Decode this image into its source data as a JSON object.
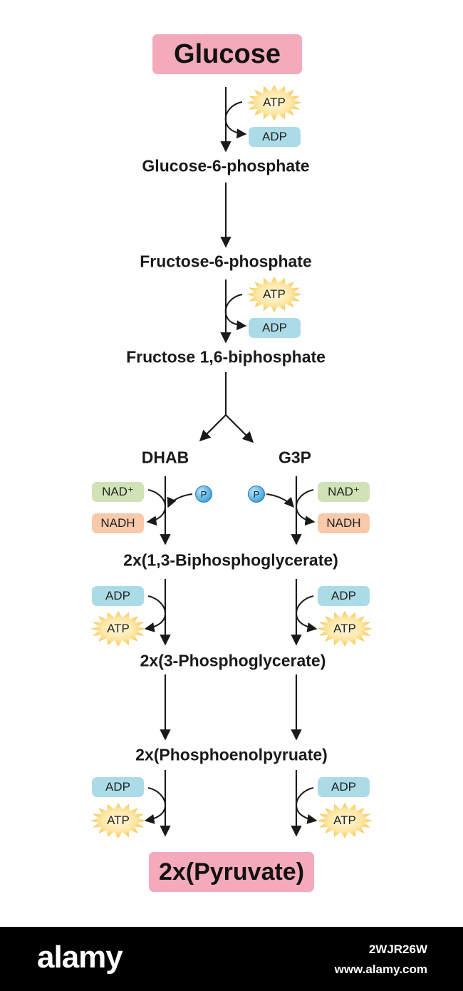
{
  "start": "Glucose",
  "steps": {
    "g6p": "Glucose-6-phosphate",
    "f6p": "Fructose-6-phosphate",
    "f16bp": "Fructose 1,6-biphosphate",
    "dhab": "DHAB",
    "g3p": "G3P",
    "bpg": "2x(1,3-Biphosphoglycerate)",
    "pg3": "2x(3-Phosphoglycerate)",
    "pep": "2x(Phosphoenolpyruate)"
  },
  "end": "2x(Pyruvate)",
  "molecules": {
    "atp": "ATP",
    "adp": "ADP",
    "nad_plus": "NAD⁺",
    "nadh": "NADH",
    "phosphate": "P"
  },
  "colors": {
    "end_box": "#f4aabb",
    "adp": "#acdbe8",
    "nad_plus": "#cfe3b6",
    "nadh": "#f8c9aa",
    "atp_star": "#f8c64b",
    "phosphate": "#5db4e4"
  },
  "watermark": {
    "brand": "alamy",
    "image_id": "2WJR26W",
    "url": "www.alamy.com"
  }
}
